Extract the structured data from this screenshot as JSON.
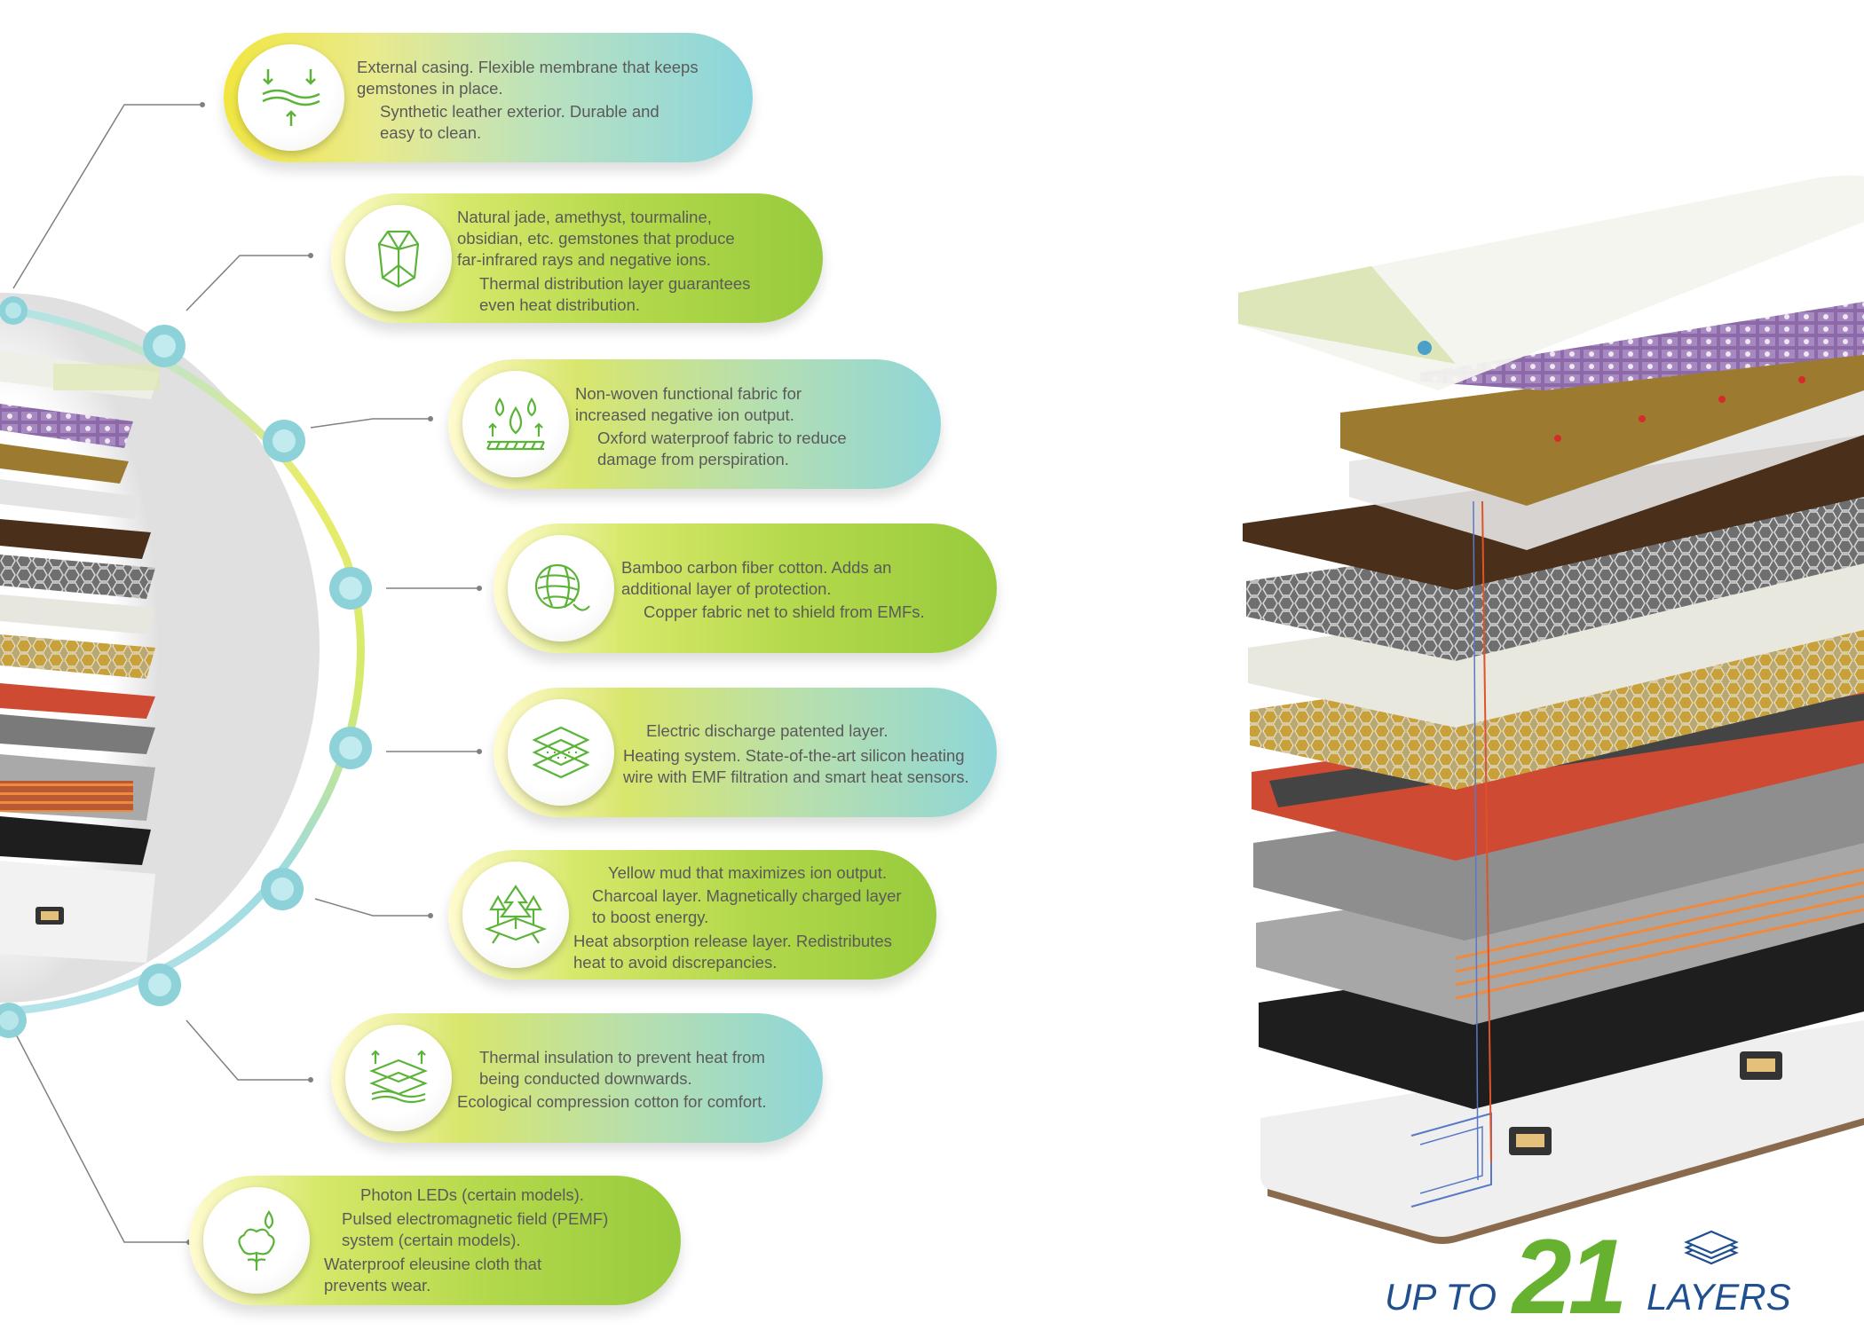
{
  "callouts": [
    {
      "icon": "compress-arrows-icon",
      "lines": [
        "External casing. Flexible membrane that keeps",
        "gemstones in place.",
        "Synthetic leather exterior. Durable and",
        "easy to clean."
      ]
    },
    {
      "icon": "crystal-icon",
      "lines": [
        "Natural jade, amethyst, tourmaline,",
        "obsidian, etc. gemstones that produce",
        "far-infrared rays and negative ions.",
        "Thermal distribution layer guarantees",
        "even heat distribution."
      ]
    },
    {
      "icon": "water-drops-icon",
      "lines": [
        "Non-woven functional fabric for",
        "increased negative ion output.",
        "Oxford waterproof fabric to reduce",
        "damage from perspiration."
      ]
    },
    {
      "icon": "yarn-ball-icon",
      "lines": [
        "Bamboo carbon fiber cotton. Adds an",
        "additional layer of protection.",
        "Copper fabric net to shield from EMFs."
      ]
    },
    {
      "icon": "fabric-layers-icon",
      "lines": [
        "Electric discharge patented layer.",
        "Heating system. State-of-the-art silicon heating",
        "wire with EMF filtration and smart heat sensors."
      ]
    },
    {
      "icon": "trees-layer-icon",
      "lines": [
        "Yellow mud that maximizes ion output.",
        "Charcoal layer. Magnetically charged layer",
        "to boost energy.",
        "Heat absorption release layer. Redistributes",
        "heat to avoid discrepancies."
      ]
    },
    {
      "icon": "insulation-layers-icon",
      "lines": [
        "Thermal insulation to prevent heat from",
        "being conducted downwards.",
        "Ecological compression cotton for comfort."
      ]
    },
    {
      "icon": "cotton-plant-icon",
      "lines": [
        "Photon LEDs (certain models).",
        "Pulsed electromagnetic field (PEMF)",
        "system (certain models).",
        "Waterproof eleusine cloth that",
        "prevents wear."
      ]
    }
  ],
  "footer": {
    "prefix": "UP TO",
    "number": "21",
    "suffix": "LAYERS",
    "icon": "stacked-layers-icon"
  },
  "colors": {
    "green": "#67b130",
    "navy": "#1f4f8f",
    "teal": "#8ed6d9",
    "text": "#5a5a5a"
  }
}
